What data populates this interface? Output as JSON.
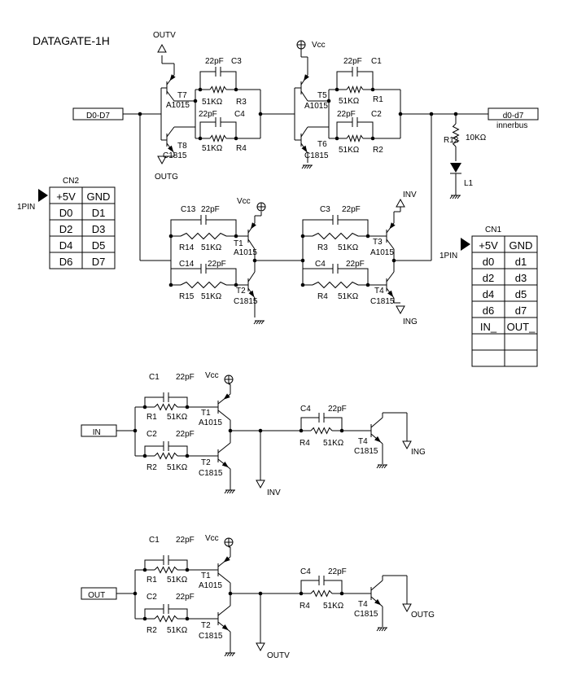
{
  "title": "DATAGATE-1H",
  "bus": {
    "in": "D0-D7",
    "out": "d0-d7",
    "innerbus": "innerbus"
  },
  "vcc": "Vcc",
  "signals": {
    "outv": "OUTV",
    "outg": "OUTG",
    "inv": "INV",
    "ing": "ING",
    "in_": "IN_",
    "out_": "OUT_"
  },
  "cn2": {
    "name": "CN2",
    "pin": "1PIN",
    "rows": [
      [
        "+5V",
        "GND"
      ],
      [
        "D0",
        "D1"
      ],
      [
        "D2",
        "D3"
      ],
      [
        "D4",
        "D5"
      ],
      [
        "D6",
        "D7"
      ]
    ]
  },
  "cn1": {
    "name": "CN1",
    "pin": "1PIN",
    "rows": [
      [
        "+5V",
        "GND"
      ],
      [
        "d0",
        "d1"
      ],
      [
        "d2",
        "d3"
      ],
      [
        "d4",
        "d5"
      ],
      [
        "d6",
        "d7"
      ],
      [
        "IN_",
        "OUT_"
      ],
      [
        "",
        ""
      ],
      [
        "",
        ""
      ]
    ]
  },
  "parts": {
    "a1015": "A1015",
    "c1815": "C1815",
    "cap": "22pF",
    "res": "51KΩ",
    "T7": "T7",
    "T8": "T8",
    "T5": "T5",
    "T6": "T6",
    "T1": "T1",
    "T2": "T2",
    "T3": "T3",
    "T4": "T4",
    "C1": "C1",
    "C2": "C2",
    "C3": "C3",
    "C4": "C4",
    "C13": "C13",
    "C14": "C14",
    "R1": "R1",
    "R2": "R2",
    "R3": "R3",
    "R4": "R4",
    "R14": "R14",
    "R15": "R15",
    "R12": "R12",
    "r12val": "10KΩ",
    "L1": "L1"
  }
}
